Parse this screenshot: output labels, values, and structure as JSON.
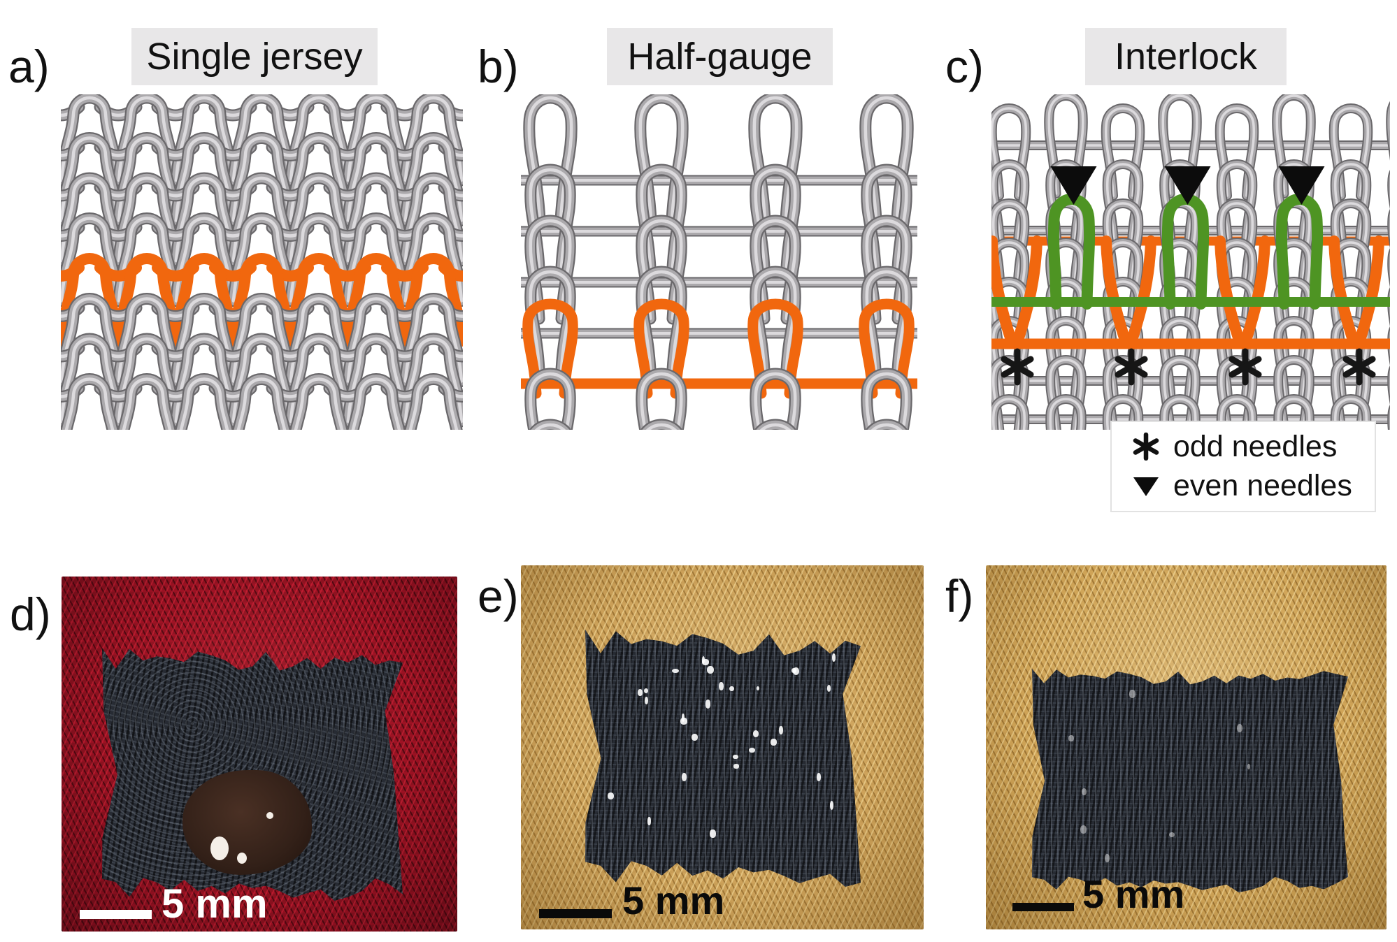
{
  "figure": {
    "panels": [
      {
        "id": "a",
        "label": "a)",
        "title": "Single jersey",
        "type": "diagram",
        "diagram": "single-jersey",
        "highlighted_course_color": "#F1670E"
      },
      {
        "id": "b",
        "label": "b)",
        "title": "Half-gauge",
        "type": "diagram",
        "diagram": "half-gauge",
        "highlighted_course_color": "#F1670E"
      },
      {
        "id": "c",
        "label": "c)",
        "title": "Interlock",
        "type": "diagram",
        "diagram": "interlock",
        "highlighted_course_colors": {
          "odd_needles": "#F1670E",
          "even_needles": "#4E9423"
        },
        "legend": {
          "items": [
            {
              "symbol": "✱",
              "icon": "asterisk-icon",
              "label": "odd needles"
            },
            {
              "symbol": "▼",
              "icon": "triangle-down-icon",
              "label": "even needles"
            }
          ]
        }
      },
      {
        "id": "d",
        "label": "d)",
        "type": "photo",
        "fabric": "red knit with dark frayed patch and hole",
        "scale_bar": {
          "label": "5 mm",
          "color": "#ffffff"
        }
      },
      {
        "id": "e",
        "label": "e)",
        "type": "photo",
        "fabric": "tan knit with dark open-structure patch",
        "scale_bar": {
          "label": "5 mm",
          "color": "#000000"
        }
      },
      {
        "id": "f",
        "label": "f)",
        "type": "photo",
        "fabric": "tan knit with dense dark patch",
        "scale_bar": {
          "label": "5 mm",
          "color": "#000000"
        }
      }
    ],
    "colors": {
      "yarn_gray_dark": "#6A686B",
      "yarn_gray_mid": "#ABA9AC",
      "yarn_gray_light": "#DCDADD",
      "orange": "#F1670E",
      "green": "#4E9423",
      "title_box_bg": "#E8E7E8",
      "red_fabric": "#8E1220",
      "tan_fabric": "#CDA25A",
      "dark_patch": "#272B33",
      "symbol_black": "#0C0C0C"
    }
  }
}
